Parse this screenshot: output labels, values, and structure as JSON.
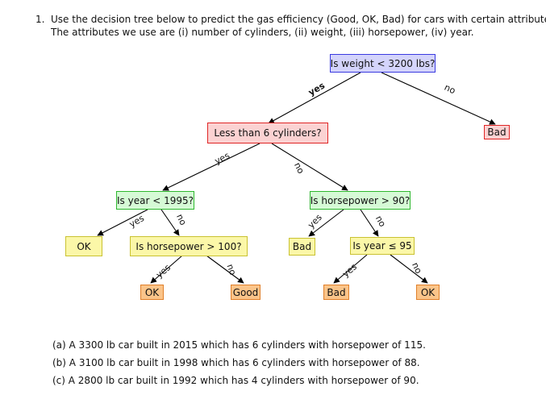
{
  "question": {
    "number": "1.",
    "line1": "Use the decision tree below to predict the gas efficiency (Good, OK, Bad) for cars with certain attributes.",
    "line2": "The attributes we use are (i) number of cylinders, (ii) weight, (iii) horsepower, (iv) year."
  },
  "colors": {
    "blue_fill": "#d4d4fb",
    "blue_border": "#3a3ae0",
    "red_fill": "#fbd2d2",
    "red_border": "#e02525",
    "green_fill": "#d6fad6",
    "green_border": "#2fb82f",
    "yellow_fill": "#fbf7a8",
    "yellow_border": "#c9c232",
    "orange_fill": "#fbc489",
    "orange_border": "#e0802a"
  },
  "tree": {
    "root": {
      "text": "Is weight < 3200 lbs?"
    },
    "cylinders": {
      "text": "Less than 6 cylinders?"
    },
    "bad_top": {
      "text": "Bad"
    },
    "year1995": {
      "text": "Is year < 1995?"
    },
    "hp90": {
      "text": "Is horsepower > 90?"
    },
    "ok_left": {
      "text": "OK"
    },
    "hp100": {
      "text": "Is horsepower > 100?"
    },
    "bad_mid": {
      "text": "Bad"
    },
    "year95": {
      "text": "Is year ≤ 95"
    },
    "ok_bottom": {
      "text": "OK"
    },
    "good": {
      "text": "Good"
    },
    "bad_bottom": {
      "text": "Bad"
    },
    "ok_right": {
      "text": "OK"
    },
    "edge_labels": {
      "root_yes": "yes",
      "root_no": "no",
      "cyl_yes": "yes",
      "cyl_no": "no",
      "y1995_yes": "yes",
      "y1995_no": "no",
      "hp90_yes": "yes",
      "hp90_no": "no",
      "hp100_yes": "yes",
      "hp100_no": "no",
      "y95_yes": "yes",
      "y95_no": "no"
    }
  },
  "parts": [
    "(a)  A 3300 lb car built in 2015 which has 6 cylinders with horsepower of 115.",
    "(b)  A 3100 lb car built in 1998 which has 6 cylinders with horsepower of 88.",
    "(c)  A 2800 lb car built in 1992 which has 4 cylinders with horsepower of 90."
  ]
}
